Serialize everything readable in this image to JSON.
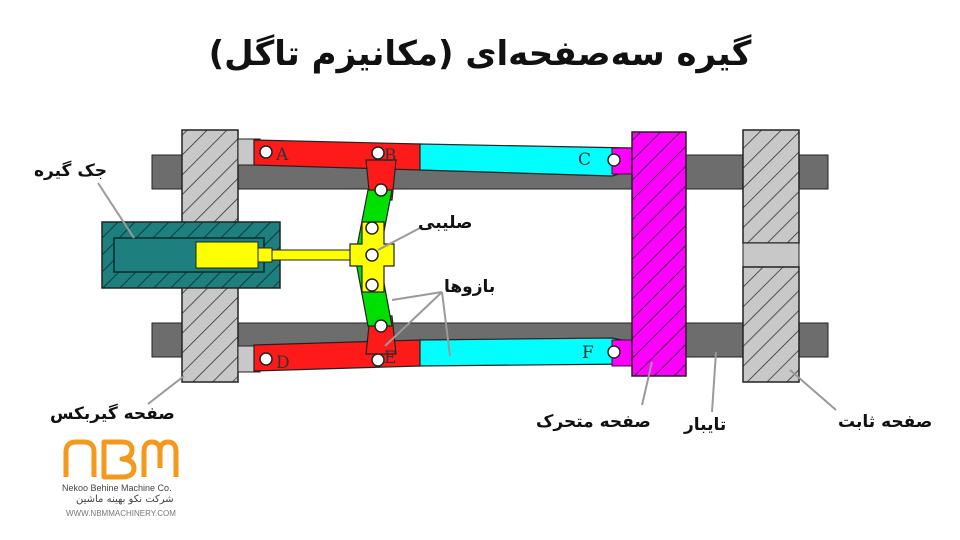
{
  "title": "گیره سه‌صفحه‌ای (مکانیزم تاگل)",
  "pins": {
    "a": "A",
    "b": "B",
    "c": "C",
    "d": "D",
    "e": "E",
    "f": "F"
  },
  "labels": {
    "jack": "جک گیره",
    "gearbox_plate": "صفحه گیربکس",
    "cross": "صلیبی",
    "arms": "بازوها",
    "moving_plate": "صفحه متحرک",
    "tie_bar": "تایبار",
    "fixed_plate": "صفحه ثابت"
  },
  "logo": {
    "mark": "NBM",
    "name": "Nekoo Behine Machine Co.",
    "name_fa": "شرکت نکو بهینه ماشین",
    "url": "WWW.NBMMACHINERY.COM"
  },
  "colors": {
    "arm_red": "#ff1a1a",
    "arm_cyan": "#00ffff",
    "cross_yellow": "#ffff00",
    "link_green": "#00e000",
    "moving_plate": "#ff00ff",
    "jack_teal": "#1e7f7f",
    "plate_grey": "#c8c8c8",
    "tie_bar": "#6d6d6d",
    "logo_orange": "#f39a1e"
  }
}
